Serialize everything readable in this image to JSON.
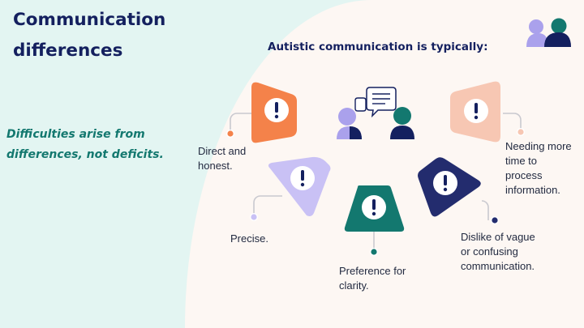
{
  "header": {
    "title_line1": "Communication",
    "title_line2": "differences"
  },
  "tagline": "Difficulties arise from differences, not deficits.",
  "subtitle": "Autistic communication is typically:",
  "traits": [
    {
      "label_lines": [
        "Direct and",
        "honest."
      ],
      "color": "#f4824a",
      "icon": "exclamation-icon"
    },
    {
      "label_lines": [
        "Precise."
      ],
      "color": "#c9c1f5",
      "icon": "exclamation-icon"
    },
    {
      "label_lines": [
        "Preference for",
        "clarity."
      ],
      "color": "#13786f",
      "icon": "exclamation-icon"
    },
    {
      "label_lines": [
        "Dislike of vague",
        "or confusing",
        "communication."
      ],
      "color": "#232c6e",
      "icon": "exclamation-icon"
    },
    {
      "label_lines": [
        "Needing more",
        "time to",
        "process",
        "information."
      ],
      "color": "#f7c7b3",
      "icon": "exclamation-icon"
    }
  ],
  "colors": {
    "navy": "#14205f",
    "teal": "#13786f",
    "lavender": "#aaa1ec",
    "orange": "#f4824a",
    "peach": "#f7c7b3",
    "panel": "#fdf7f3",
    "background": "#e3f5f2"
  },
  "icons": {
    "logo": "people-icon",
    "center": "conversation-icon"
  }
}
